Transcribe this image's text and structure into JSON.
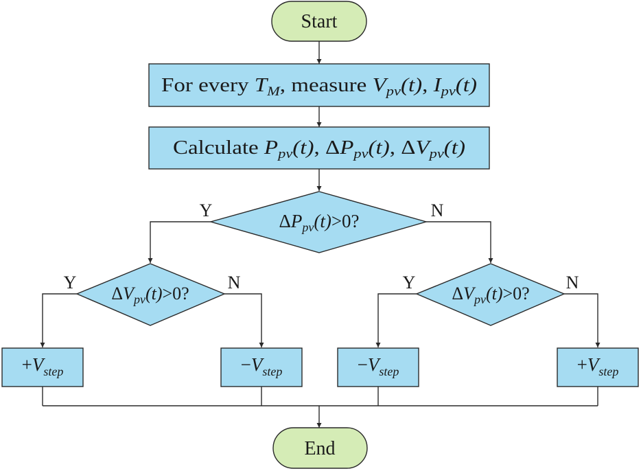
{
  "nodes": {
    "start": {
      "label": "Start"
    },
    "measure": {
      "pre": "For every ",
      "tm_var": "T",
      "tm_sub": "M",
      "mid": ", measure ",
      "v_var": "V",
      "v_sub": "pv",
      "v_arg": "(t)",
      "sep": ", ",
      "i_var": "I",
      "i_sub": "pv",
      "i_arg": "(t)"
    },
    "calculate": {
      "pre": "Calculate ",
      "p_var": "P",
      "p_sub": "pv",
      "p_arg": "(t)",
      "sep1": ", ",
      "dp_delta": "Δ",
      "dp_var": "P",
      "dp_sub": "pv",
      "dp_arg": "(t)",
      "sep2": ", ",
      "dv_delta": "Δ",
      "dv_var": "V",
      "dv_sub": "pv",
      "dv_arg": "(t)"
    },
    "decision_dp": {
      "delta": "Δ",
      "var": "P",
      "sub": "pv",
      "arg": "(t)",
      "cond": ">0?"
    },
    "decision_dv_left": {
      "delta": "Δ",
      "var": "V",
      "sub": "pv",
      "arg": "(t)",
      "cond": ">0?"
    },
    "decision_dv_right": {
      "delta": "Δ",
      "var": "V",
      "sub": "pv",
      "arg": "(t)",
      "cond": ">0?"
    },
    "step_1": {
      "sign": "+",
      "var": "V",
      "sub": "step"
    },
    "step_2": {
      "sign": "−",
      "var": "V",
      "sub": "step"
    },
    "step_3": {
      "sign": "−",
      "var": "V",
      "sub": "step"
    },
    "step_4": {
      "sign": "+",
      "var": "V",
      "sub": "step"
    },
    "end": {
      "label": "End"
    }
  },
  "branch_labels": {
    "yes": "Y",
    "no": "N"
  },
  "colors": {
    "terminal_fill": "#d5ecb6",
    "process_fill": "#a6dcf2",
    "line": "#2a2a2a"
  }
}
